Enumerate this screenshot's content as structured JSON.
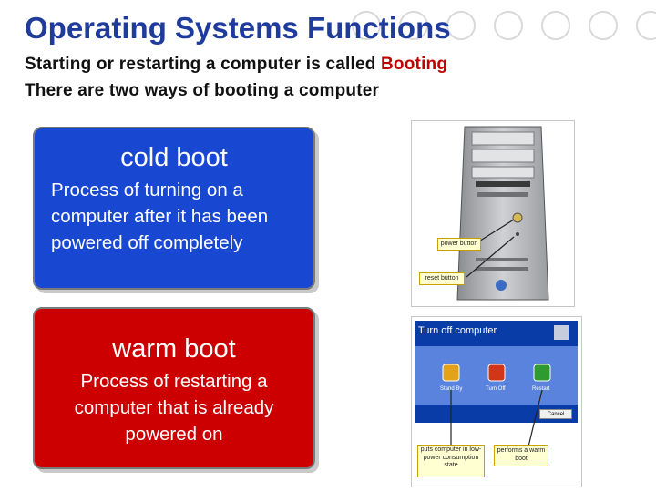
{
  "slide": {
    "title": "Operating Systems Functions",
    "line1_before": "Starting or restarting a computer is called ",
    "line1_highlight": "Booting",
    "line2": "There are two ways of booting a computer"
  },
  "cold_boot": {
    "title": "cold boot",
    "description": "Process of turning on a computer after it has been powered off completely"
  },
  "warm_boot": {
    "title": "warm boot",
    "description": "Process of restarting a computer that is already powered on"
  },
  "pc_figure": {
    "power_label": "power button",
    "reset_label": "reset button"
  },
  "xp_figure": {
    "dialog_title": "Turn off computer",
    "stand_by": "Stand By",
    "turn_off": "Turn Off",
    "restart": "Restart",
    "cancel": "Cancel",
    "callout_standby": "puts computer in low-power consumption state",
    "callout_restart": "performs a warm boot"
  },
  "colors": {
    "title": "#1f3b9b",
    "highlight": "#c00000",
    "cold_fill": "#1847d2",
    "warm_fill": "#cc0000"
  }
}
